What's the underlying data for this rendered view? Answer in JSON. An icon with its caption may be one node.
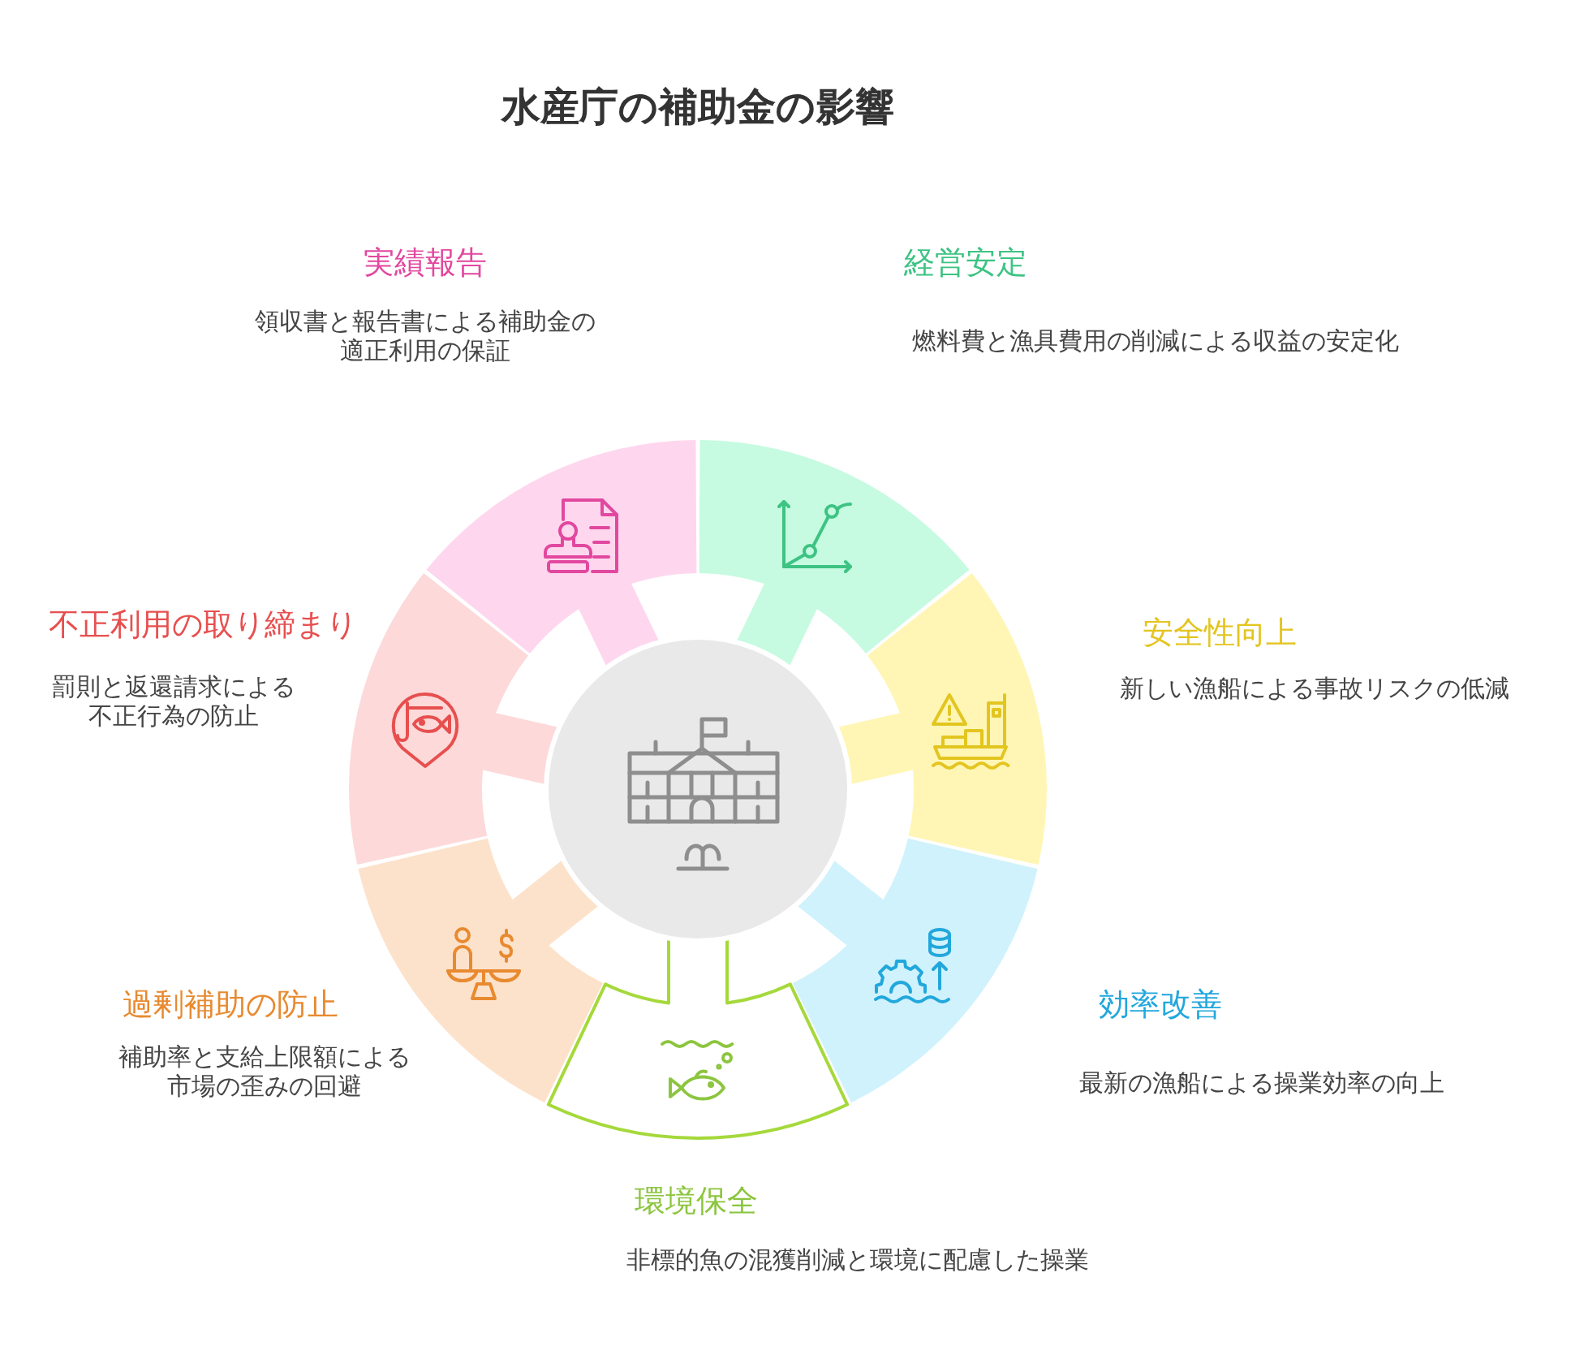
{
  "diagram": {
    "title": "水産庁の補助金の影響",
    "nodes": [
      {
        "text": [
          "実績報告",
          "領収書と報告書による補助金の適正利用の保証"
        ]
      },
      {
        "text": [
          "経営安定",
          "燃料費と漁具費用の削減による収益の安定化"
        ]
      },
      {
        "text": [
          "安全性向上",
          "新しい漁船による事故リスクの低減"
        ]
      },
      {
        "text": [
          "効率改善",
          "最新の漁船による操業効率の向上"
        ]
      },
      {
        "text": [
          "環境保全",
          "非標的魚の混獲削減と環境に配慮した操業"
        ]
      },
      {
        "text": [
          "過剰補助の防止",
          "補助率と支給上限額による市場の歪みの回避"
        ]
      },
      {
        "text": [
          "不正利用の取り締まり",
          "罰則と返還請求による不正行為の防止"
        ]
      },
      {
        "text": [],
        "shape": "circle"
      }
    ]
  }
}
